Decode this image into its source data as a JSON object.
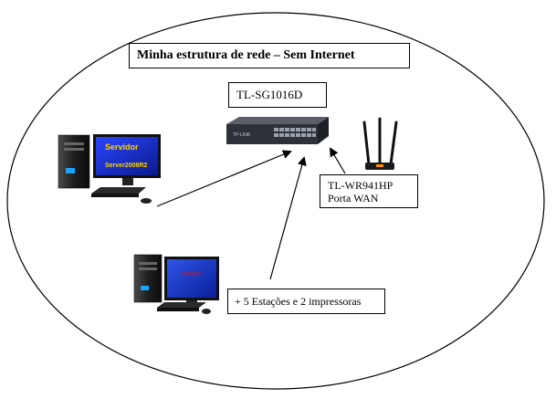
{
  "title": "Minha estrutura de rede – Sem Internet",
  "switch_label": "TL-SG1016D",
  "switch_brand": "TP-LINK",
  "router_label": {
    "line1": "TL-WR941HP",
    "line2": "Porta WAN"
  },
  "server": {
    "screen_line1": "Servidor",
    "screen_line2": "Server2008R2"
  },
  "workstation": {
    "screen_text": "Estação"
  },
  "stations_label": "+ 5 Estações e 2 impressoras",
  "colors": {
    "outline": "#000000",
    "server_screen": "#1b2fd0",
    "server_screen_text": "#ffd400",
    "workstation_screen": "#1230c8",
    "workstation_screen_text": "#d21515",
    "router_accent": "#ff8c00",
    "switch_body": "#3a3e45"
  }
}
